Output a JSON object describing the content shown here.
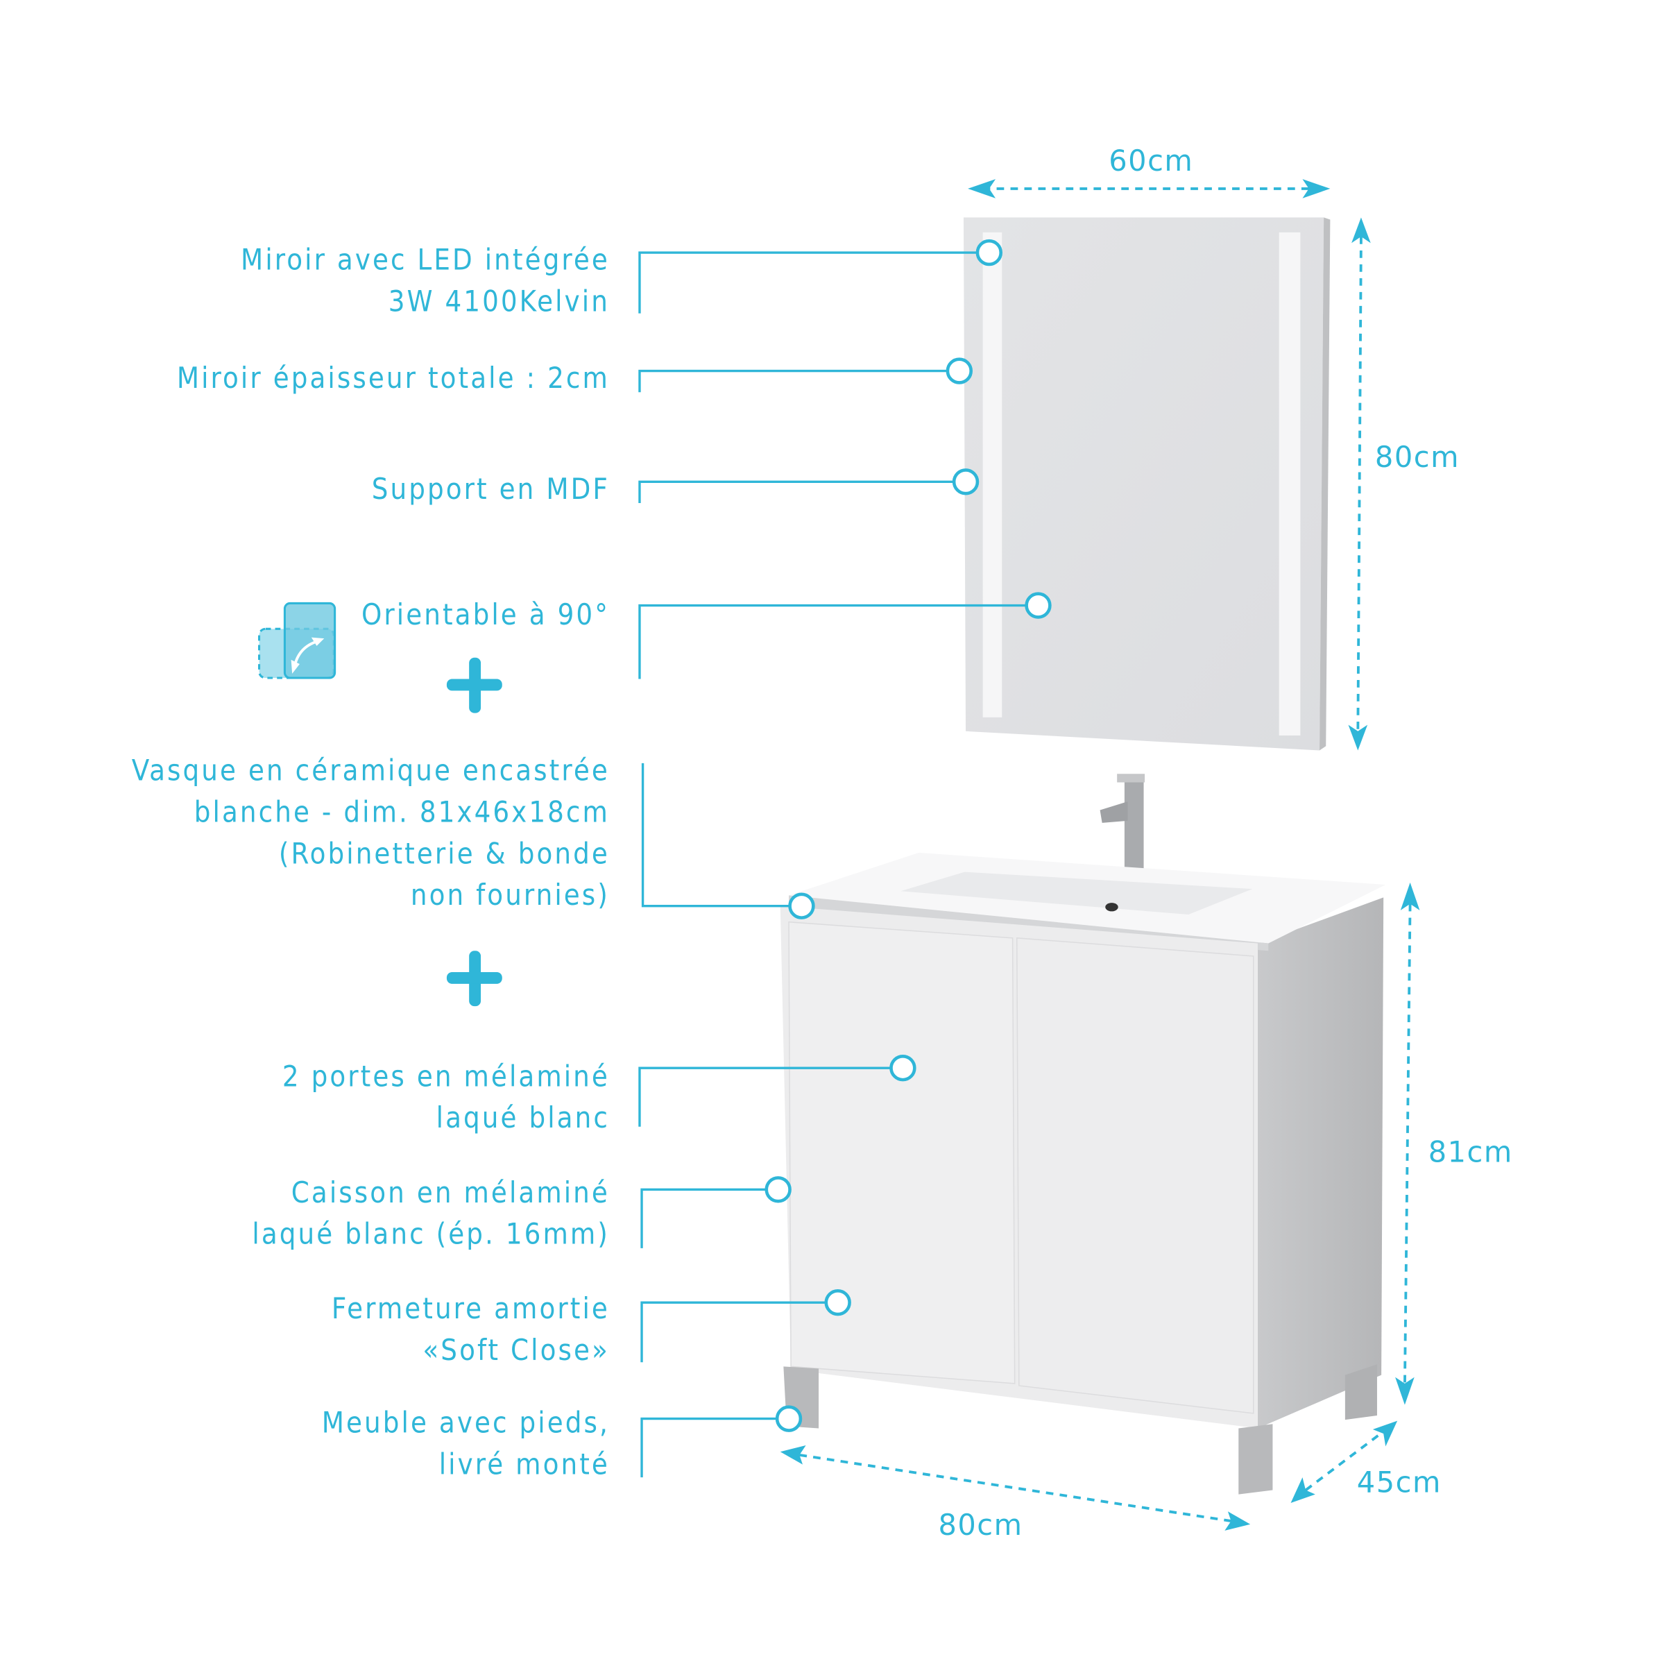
{
  "dimensions": {
    "mirror_width": "60cm",
    "mirror_height": "80cm",
    "cabinet_height": "81cm",
    "cabinet_width": "80cm",
    "cabinet_depth": "45cm"
  },
  "features": [
    {
      "lines": [
        "Miroir avec LED intégrée",
        "3W 4100Kelvin"
      ]
    },
    {
      "lines": [
        "Miroir épaisseur totale : 2cm"
      ]
    },
    {
      "lines": [
        "Support en MDF"
      ]
    },
    {
      "lines": [
        "Orientable à 90°"
      ]
    },
    {
      "lines": [
        "Vasque en céramique encastrée",
        "blanche - dim. 81x46x18cm",
        "(Robinetterie & bonde",
        "non fournies)"
      ]
    },
    {
      "lines": [
        "2 portes en mélaminé",
        "laqué blanc"
      ]
    },
    {
      "lines": [
        "Caisson en mélaminé",
        "laqué blanc (ép. 16mm)"
      ]
    },
    {
      "lines": [
        "Fermeture amortie",
        "«Soft Close»"
      ]
    },
    {
      "lines": [
        "Meuble avec pieds,",
        "livré monté"
      ]
    }
  ],
  "colors": {
    "accent": "#2fb6d8"
  }
}
